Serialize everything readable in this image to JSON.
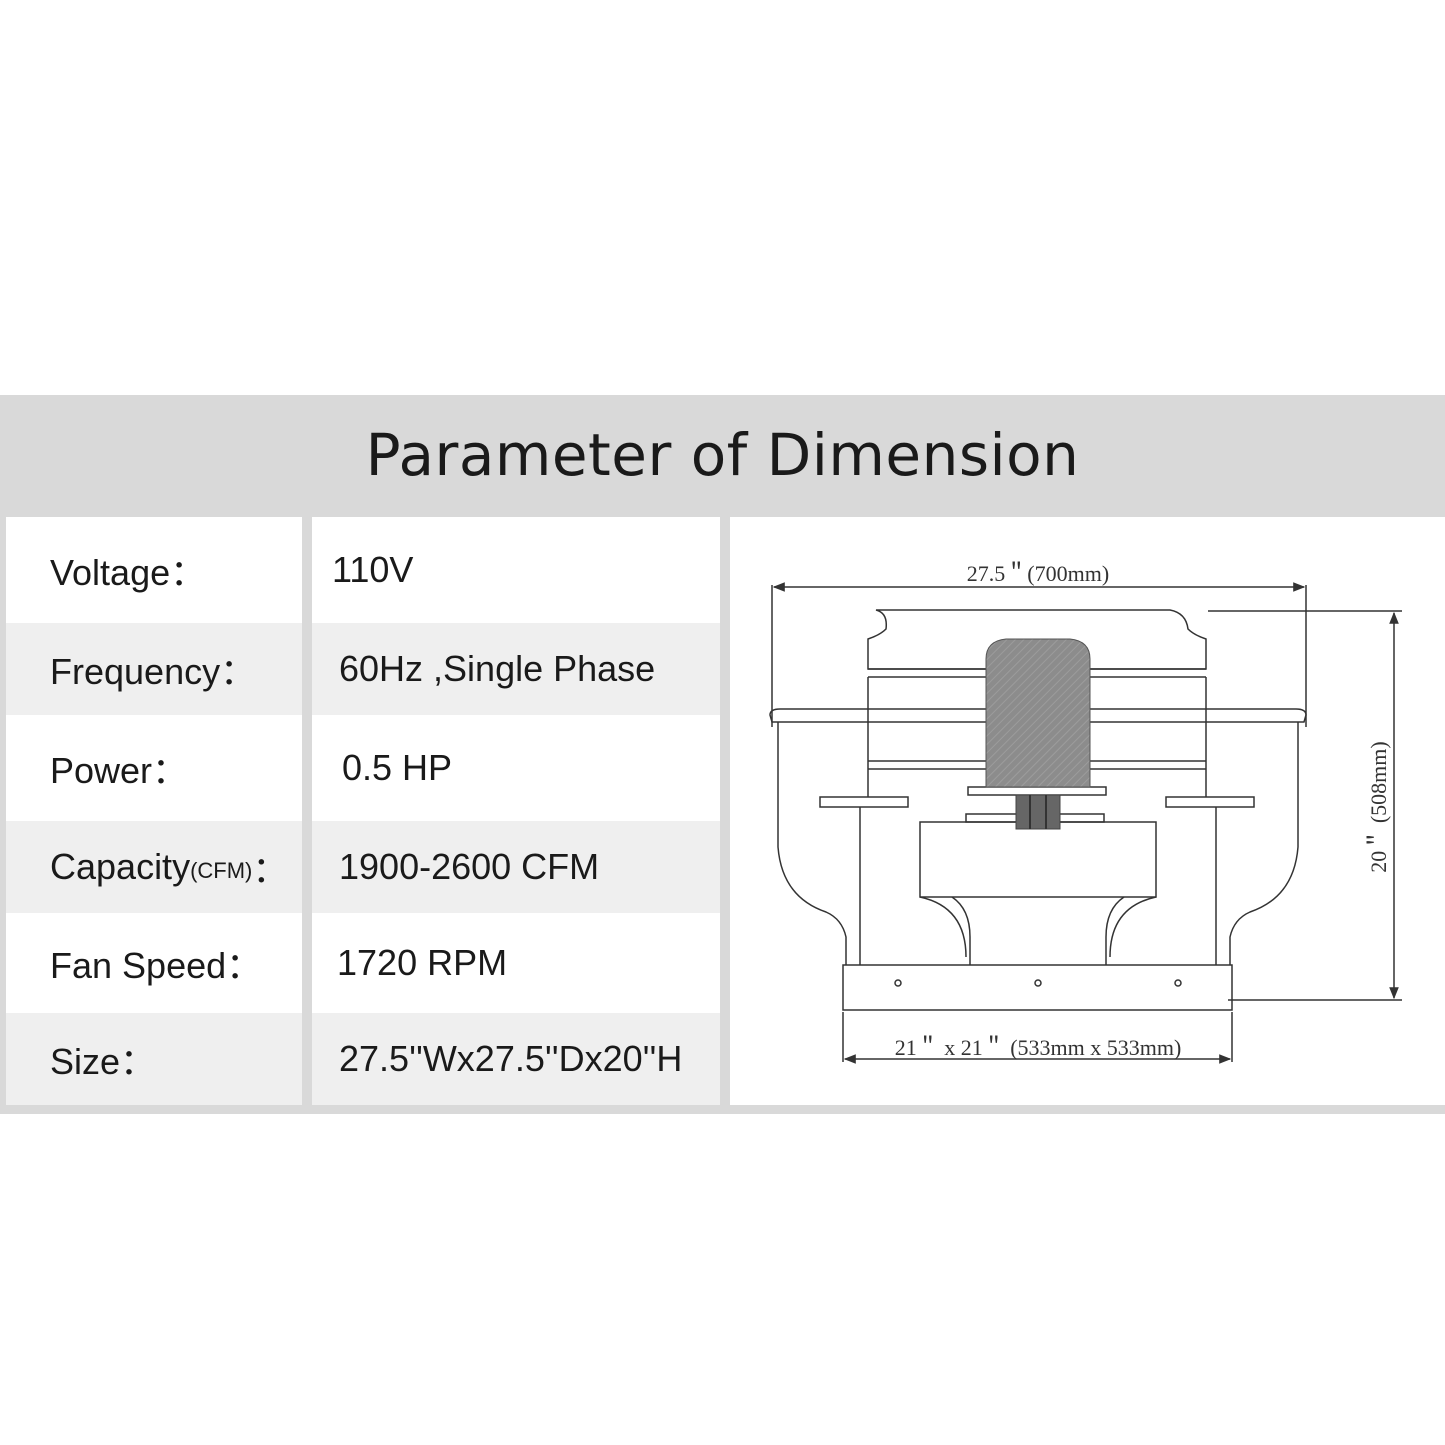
{
  "title": "Parameter of Dimension",
  "rows": [
    {
      "label": "Voltage：",
      "value": "110V"
    },
    {
      "label": "Frequency：",
      "value": "60Hz ,Single Phase"
    },
    {
      "label": "Power：",
      "value": "0.5 HP"
    },
    {
      "label_main": "Capacity",
      "label_unit": "(CFM)",
      "label_suffix": "：",
      "value": "1900-2600 CFM"
    },
    {
      "label": "Fan Speed：",
      "value": "1720 RPM"
    },
    {
      "label": "Size：",
      "value": "27.5''Wx27.5''Dx20''H"
    }
  ],
  "diagram": {
    "width_label": "27.5＂(700mm)",
    "height_label": "20＂ (508mm)",
    "base_label": "21＂  x 21＂ (533mm x 533mm)"
  },
  "colors": {
    "header_bg": "#d9d9d9",
    "row_alt": "#efefef",
    "motor": "#8c8c8c"
  }
}
